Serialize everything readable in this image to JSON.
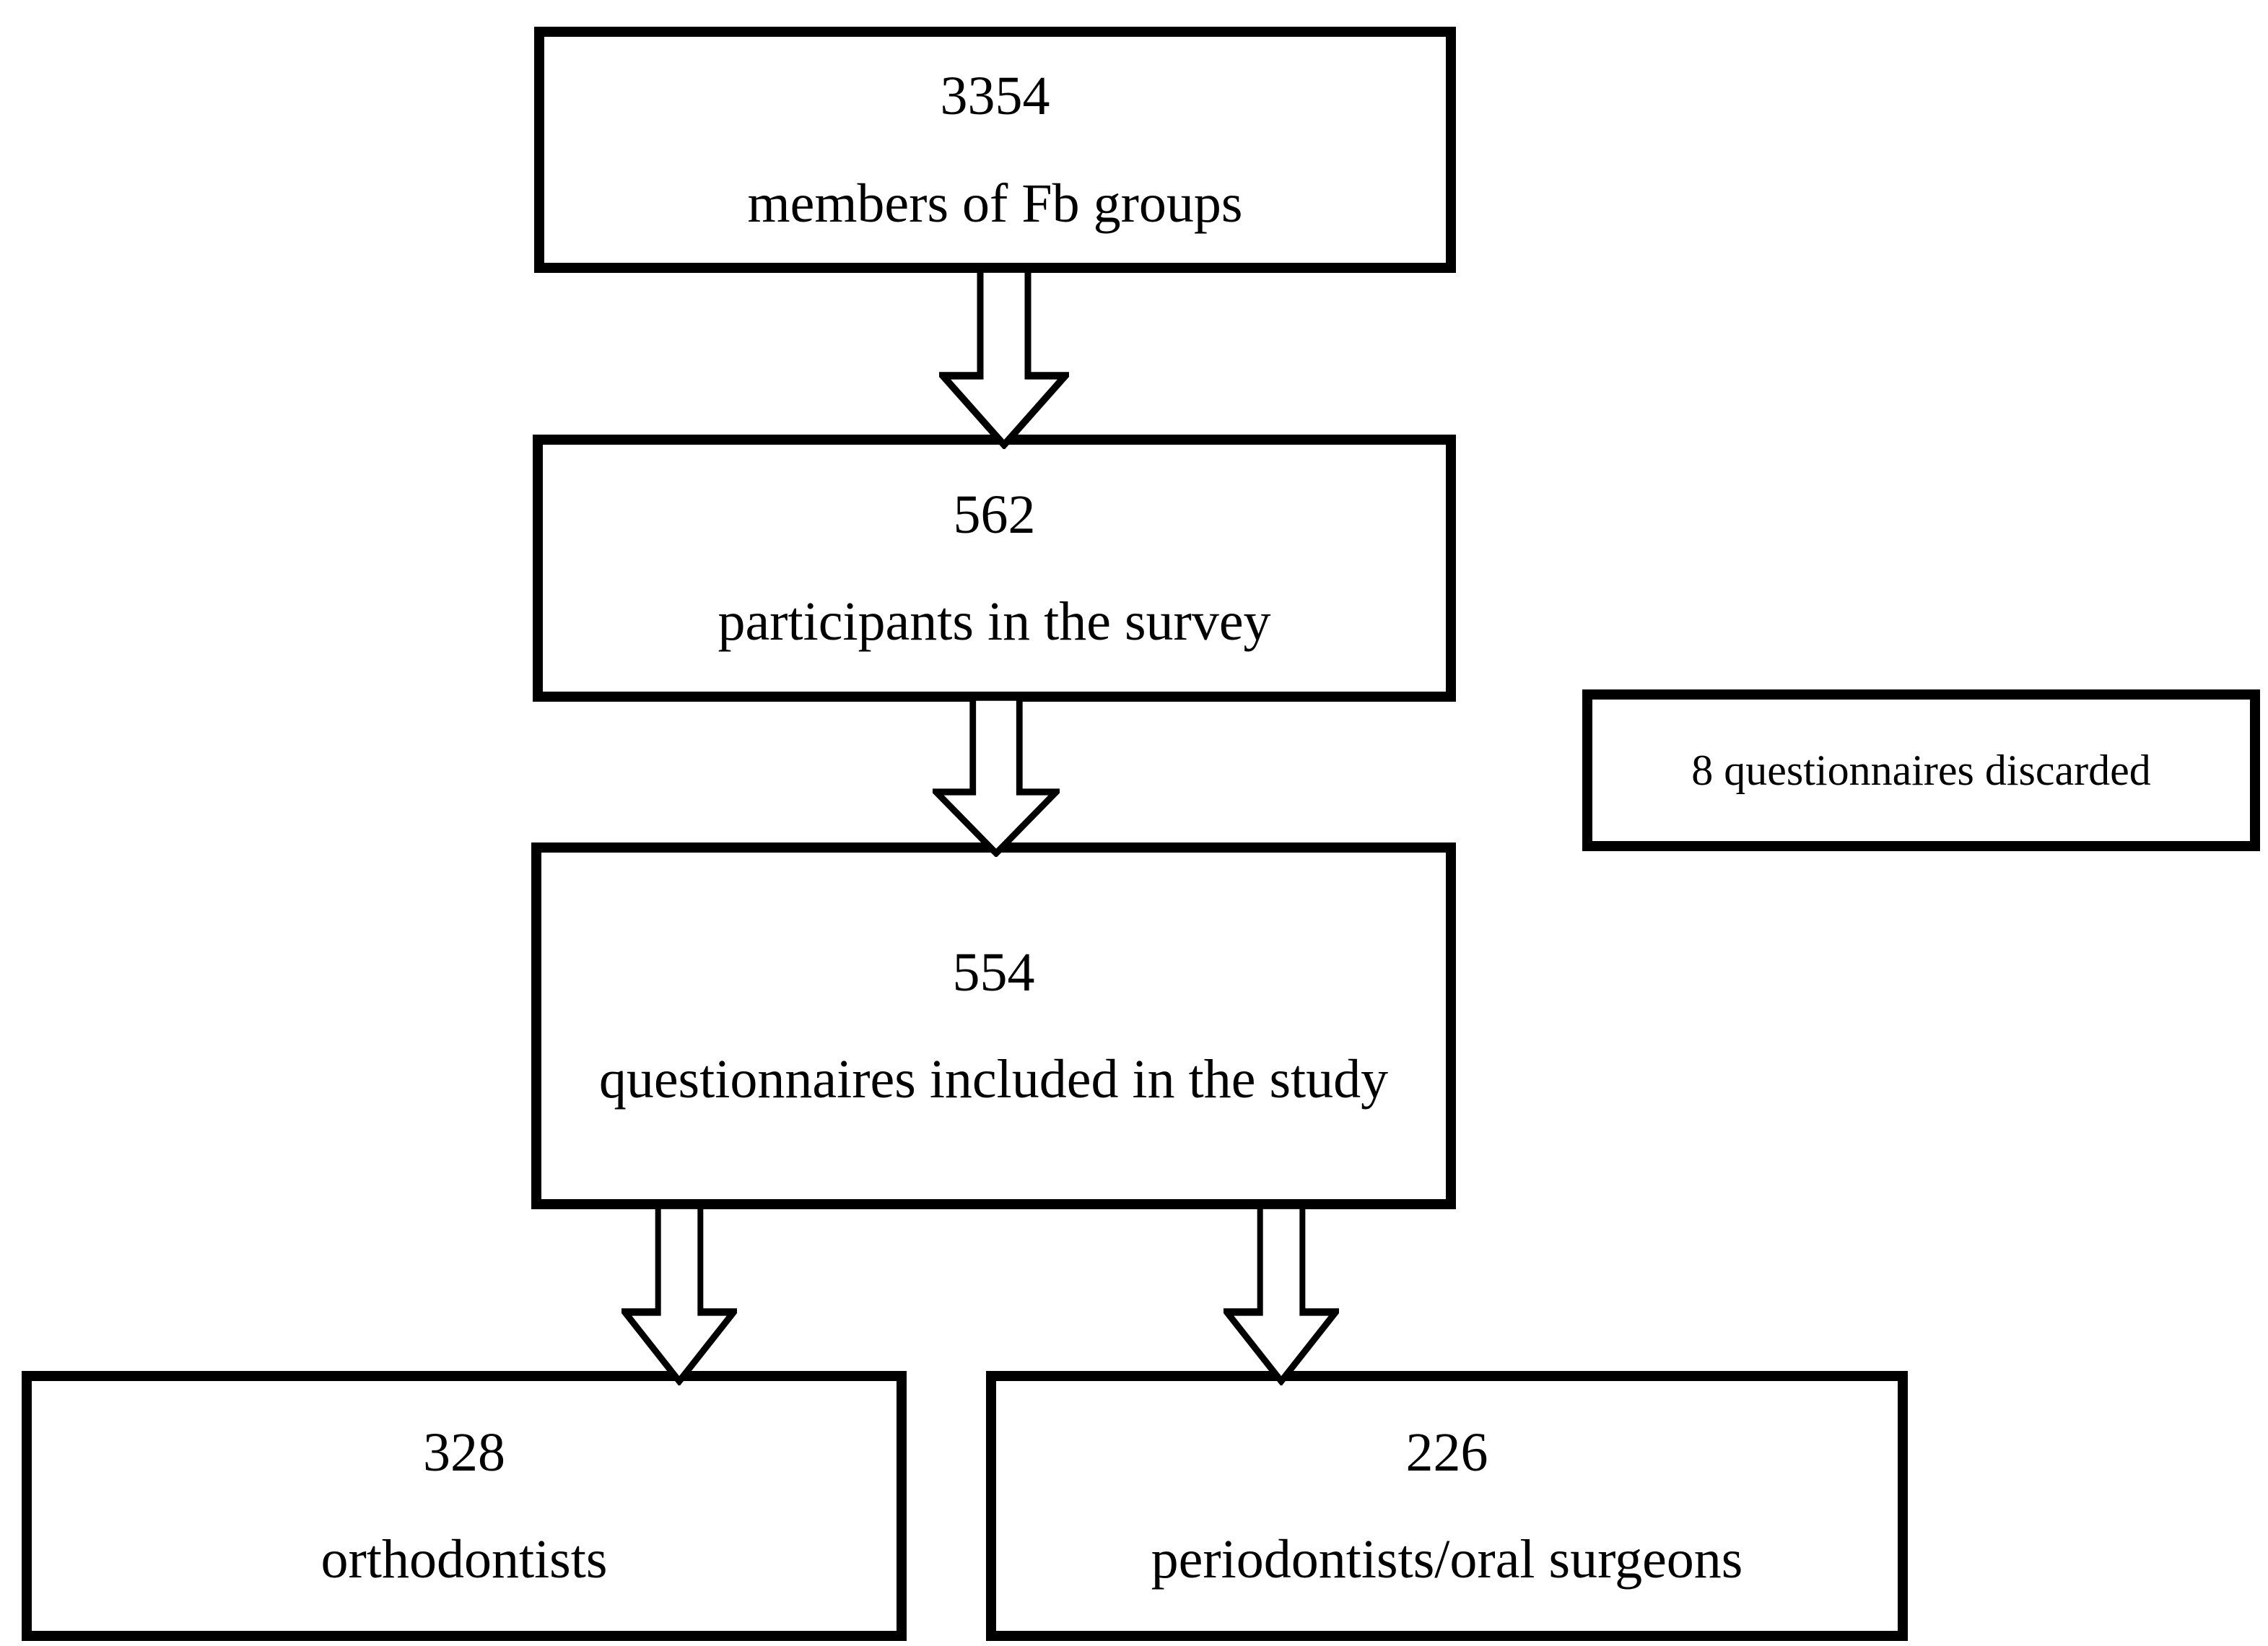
{
  "flow": {
    "box1": {
      "count": "3354",
      "label": "members of Fb groups"
    },
    "box2": {
      "count": "562",
      "label": "participants in the survey"
    },
    "box3": {
      "count": "554",
      "label": "questionnaires included in the study"
    },
    "side_note": {
      "label": "8 questionnaires discarded"
    },
    "box4": {
      "count": "328",
      "label": "orthodontists"
    },
    "box5": {
      "count": "226",
      "label": "periodontists/oral surgeons"
    }
  },
  "icons": {
    "connector": "hollow-block-down-arrow"
  },
  "colors": {
    "background": "#ffffff",
    "box_fill": "#ffffff",
    "box_border": "#000000",
    "text": "#000000"
  }
}
